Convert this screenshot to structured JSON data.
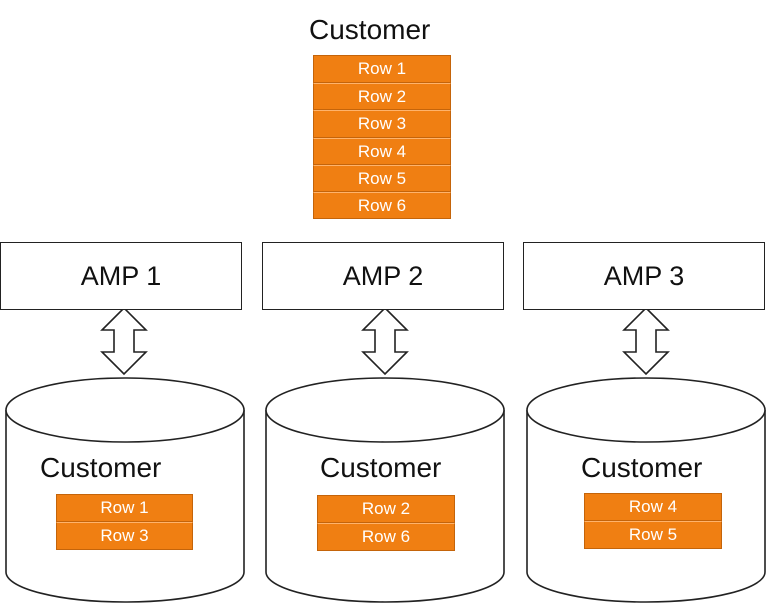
{
  "top_table": {
    "title": "Customer",
    "rows": [
      "Row 1",
      "Row 2",
      "Row 3",
      "Row 4",
      "Row 5",
      "Row 6"
    ]
  },
  "amps": [
    {
      "label": "AMP 1",
      "disk_title": "Customer",
      "rows": [
        "Row 1",
        "Row 3"
      ]
    },
    {
      "label": "AMP 2",
      "disk_title": "Customer",
      "rows": [
        "Row 2",
        "Row 6"
      ]
    },
    {
      "label": "AMP 3",
      "disk_title": "Customer",
      "rows": [
        "Row 4",
        "Row 5"
      ]
    }
  ],
  "colors": {
    "row_fill": "#f07f12",
    "row_text": "#ffffff",
    "outline": "#222222"
  }
}
